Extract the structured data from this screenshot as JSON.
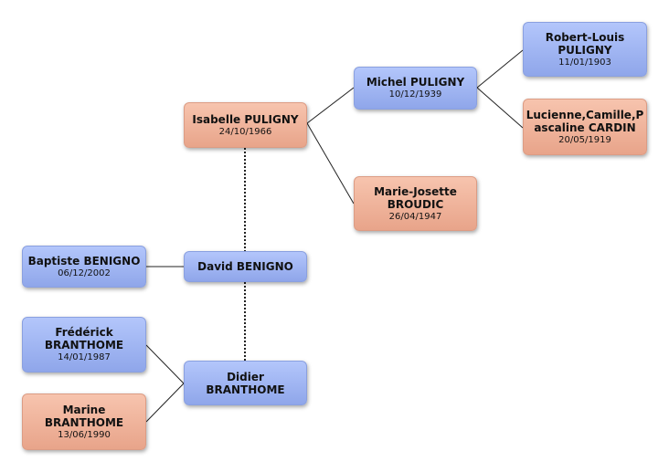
{
  "people": {
    "isabelle": {
      "name_1": "Isabelle PULIGNY",
      "date": "24/10/1966"
    },
    "michel": {
      "name_1": "Michel PULIGNY",
      "date": "10/12/1939"
    },
    "robert": {
      "name_1": "Robert-Louis",
      "name_2": "PULIGNY",
      "date": "11/01/1903"
    },
    "lucienne": {
      "name_1": "Lucienne,Camille,P",
      "name_2": "ascaline CARDIN",
      "date": "20/05/1919"
    },
    "marie_josette": {
      "name_1": "Marie-Josette",
      "name_2": "BROUDIC",
      "date": "26/04/1947"
    },
    "baptiste": {
      "name_1": "Baptiste BENIGNO",
      "date": "06/12/2002"
    },
    "david": {
      "name_1": "David BENIGNO"
    },
    "frederick": {
      "name_1": "Frédérick",
      "name_2": "BRANTHOME",
      "date": "14/01/1987"
    },
    "didier": {
      "name_1": "Didier",
      "name_2": "BRANTHOME"
    },
    "marine": {
      "name_1": "Marine",
      "name_2": "BRANTHOME",
      "date": "13/06/1990"
    }
  }
}
